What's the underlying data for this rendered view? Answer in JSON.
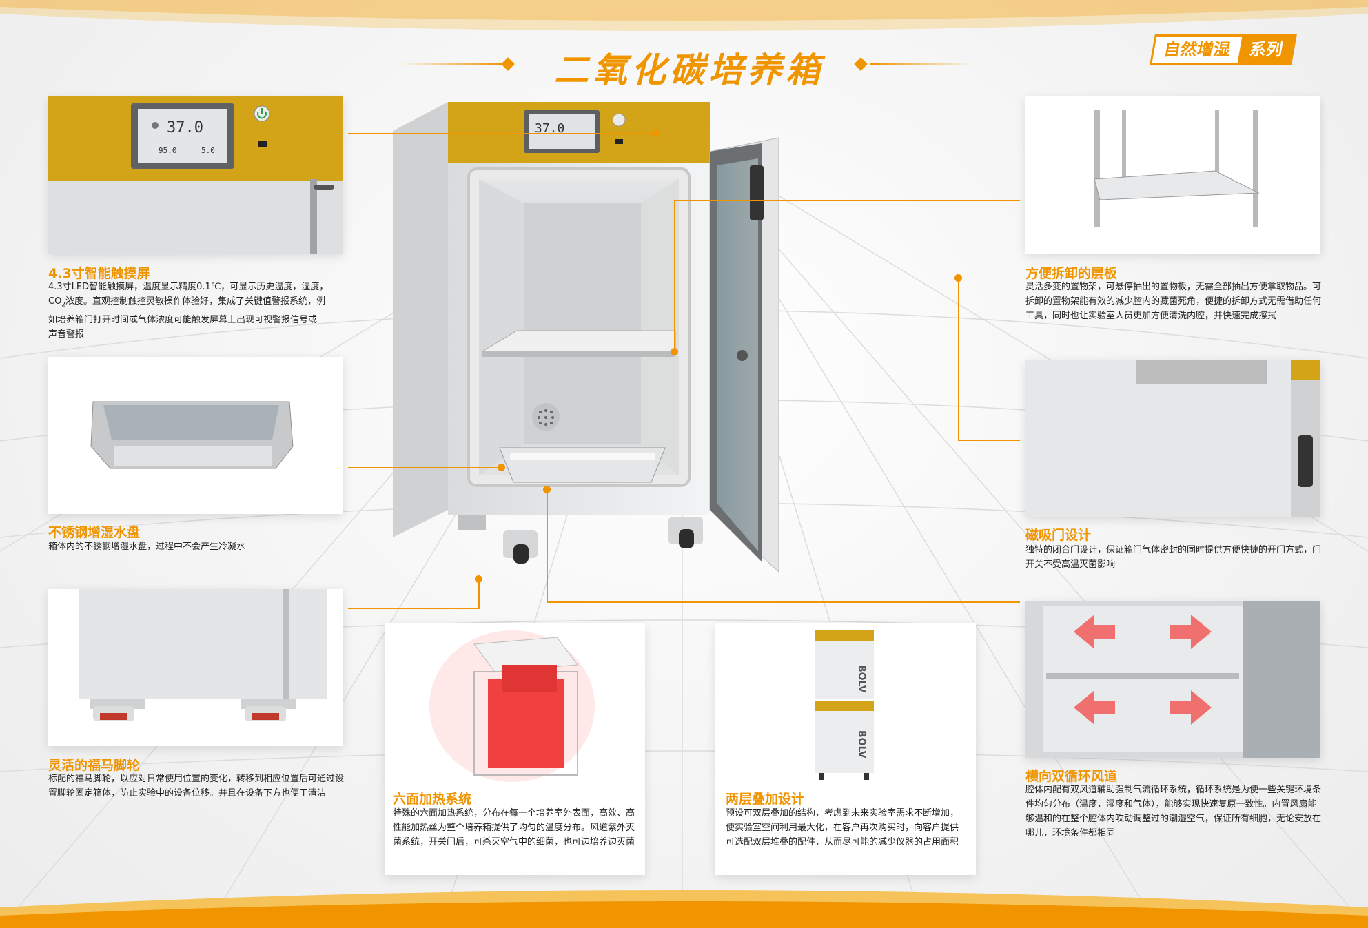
{
  "header": {
    "title": "二氧化碳培养箱",
    "series_left": "自然增湿",
    "series_right": "系列"
  },
  "display": {
    "temperature": "37.0",
    "humidity": "95.0",
    "co2": "5.0"
  },
  "brand": "BOLV",
  "features": [
    {
      "title": "4.3寸智能触摸屏",
      "text_line1": "4.3寸LED智能触摸屏，温度显示精度0.1℃，可显示历史温度，湿度，",
      "text_co2_prefix": "CO",
      "text_co2_sub": "2",
      "text_line2_rest": "浓度。直观控制触控灵敏操作体验好，集成了关键值警报系统，例",
      "text_line3": "如培养箱门打开时间或气体浓度可能触发屏幕上出现可视警报信号或",
      "text_line4": "声音警报"
    },
    {
      "title": "不锈钢增湿水盘",
      "text": "箱体内的不锈钢增湿水盘，过程中不会产生冷凝水"
    },
    {
      "title": "灵活的福马脚轮",
      "text": "标配的福马脚轮，以应对日常使用位置的变化，转移到相应位置后可通过设置脚轮固定箱体，防止实验中的设备位移。并且在设备下方也便于清洁"
    },
    {
      "title": "六面加热系统",
      "text": "特殊的六面加热系统，分布在每一个培养室外表面，高效、高性能加热丝为整个培养箱提供了均匀的温度分布。风道紫外灭菌系统，开关门后，可杀灭空气中的细菌，也可边培养边灭菌"
    },
    {
      "title": "两层叠加设计",
      "text": "预设可双层叠加的结构，考虑到未来实验室需求不断增加，使实验室空间利用最大化，在客户再次购买时，向客户提供可选配双层堆叠的配件，从而尽可能的减少仪器的占用面积"
    },
    {
      "title": "方便拆卸的层板",
      "text": "灵活多变的置物架，可悬停抽出的置物板，无需全部抽出方便拿取物品。可拆卸的置物架能有效的减少腔内的藏菌死角，便捷的拆卸方式无需借助任何工具，同时也让实验室人员更加方便清洗内腔，并快速完成擦拭"
    },
    {
      "title": "磁吸门设计",
      "text": "独特的闭合门设计，保证箱门气体密封的同时提供方便快捷的开门方式，门开关不受高温灭菌影响"
    },
    {
      "title": "横向双循环风道",
      "text": "腔体内配有双风道辅助强制气流循环系统，循环系统是为使一些关键环境条件均匀分布（温度，湿度和气体），能够实现快速复原一致性。内置风扇能够温和的在整个腔体内吹动调整过的潮湿空气，保证所有细胞，无论安放在哪儿，环境条件都相同"
    }
  ],
  "colors": {
    "accent": "#f09400",
    "brand_yellow": "#d4a418",
    "heater_red": "#f04040"
  },
  "icons": [
    "power-icon",
    "usb-icon",
    "fan-grille-icon",
    "arrow-icon"
  ]
}
